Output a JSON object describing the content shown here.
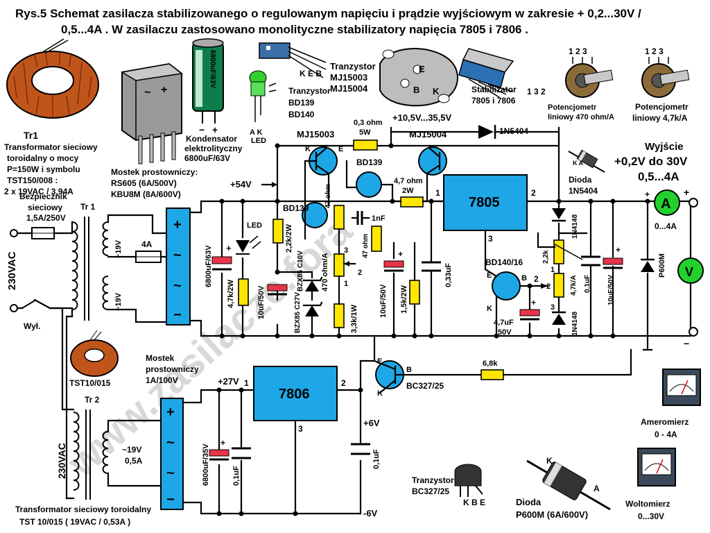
{
  "title": {
    "line1": "Rys.5  Schemat zasilacza stabilizowanego o regulowanym napięciu i prądzie wyjściowym w zakresie + 0,2...30V /",
    "line2": "0,5...4A . W zasilaczu zastosowano monolityczne stabilizatory napięcia 7805 i 7806 ."
  },
  "parts": {
    "tr1_name": "Tr1",
    "tr1_desc": [
      "Transformator sieciowy",
      "toroidalny o mocy",
      "P=150W i symbolu",
      "TST150/008 :",
      "2 x 19VAC / 3,94A"
    ],
    "bridge_desc": [
      "Mostek prostowniczy:",
      "RS605 (6A/500V)",
      "KBU8M (8A/600V)"
    ],
    "cap_body": "6800uF/63V",
    "cap_desc": [
      "Kondensator",
      "elektrolityczny",
      "6800uF/63V"
    ],
    "led_pins": "A  K",
    "led_name": "LED",
    "bd_desc": [
      "Tranzystor",
      "BD139",
      "BD140"
    ],
    "bd_pins": "K E B",
    "mj_desc": [
      "Tranzystor",
      "MJ15003",
      "MJ15004"
    ],
    "mj_pin_e": "E",
    "mj_pin_b": "B",
    "mj_pin_k": "K",
    "stab_desc": [
      "Stabilizator",
      "7805 i 7806"
    ],
    "stab_pins": "1 3 2",
    "pot1_pins": "1 2 3",
    "pot1_desc": [
      "Potencjometr",
      "liniowy 470 ohm/A"
    ],
    "pot2_pins": "1 2 3",
    "pot2_desc": [
      "Potencjometr",
      "liniowy 4,7k/A"
    ],
    "diode_desc": [
      "Dioda",
      "1N5404"
    ],
    "diode_pins": "K    A",
    "tst10_name": "TST10/015",
    "bridge2_desc": [
      "Mostek",
      "prostowniczy",
      "1A/100V"
    ],
    "bc_desc": [
      "Tranzystor",
      "BC327/25"
    ],
    "bc_pins": "K B E",
    "p600_desc": [
      "Dioda",
      "P600M (6A/600V)"
    ],
    "p600_pins": [
      "K",
      "A"
    ],
    "ammeter_desc": [
      "Ameromierz",
      "0 - 4A"
    ],
    "voltmeter_desc": [
      "Woltomierz",
      "0...30V"
    ],
    "tr2_desc": [
      "Transformator sieciowy toroidalny",
      "TST 10/015 ( 19VAC / 0,53A )"
    ]
  },
  "schematic": {
    "fuse_label": [
      "Bezpiecznik",
      "sieciowy",
      "1,5A/250V"
    ],
    "mains": "230VAC",
    "switch": "Wył.",
    "tr1_ref": "Tr 1",
    "tr2_ref": "Tr 2",
    "tr1_sec_a": "~19V",
    "tr1_sec_b": "~19V",
    "fuse2": "4A",
    "bridge_plus": "+",
    "bridge_minus": "−",
    "bridge_ac": "~",
    "c_main": "6800uF/63V",
    "rail54": "+54V",
    "r_47k": "4,7k/2W",
    "r_22k": "2,2k/2W",
    "led": "LED",
    "c_10u": "10uF/50V",
    "z10": "BZX85 C10V",
    "z27": "BZX85 C27V",
    "q_mj15003": "MJ15003",
    "q_mj15004": "MJ15004",
    "q_bd139a": "BD139",
    "q_bd139b": "BD139",
    "r_03": "0,3 ohm",
    "r_03w": "5W",
    "rail_mid": "+10,5V...35,5V",
    "r_47a": "47 ohm",
    "r_47b": "47 ohm",
    "c_1n": "1nF",
    "pot470": "470 ohm/A",
    "pot_pins": [
      "3",
      "2",
      "1"
    ],
    "r_33k": "3,3k/1W",
    "r_47ohm2w": "4,7 ohm",
    "r_47ohm2w_p": "2W",
    "c_10u2": "10uF/50V",
    "r_15k": "1,5k/2W",
    "c_033": "0,33uF",
    "reg7805": "7805",
    "reg7805_pins": [
      "1",
      "2",
      "3"
    ],
    "d1n5404": "1N5404",
    "bd140": "BD140/16",
    "bd140_pins": [
      "E",
      "B",
      "K"
    ],
    "c_47u": "4,7uF",
    "c_47u_v": "50V",
    "d1n4148a": "1N4148",
    "d1n4148b": "1N4148",
    "r_22k2": "2,2k",
    "pot47k": "4,7k/A",
    "pot47k_pins": [
      "1",
      "2",
      "3"
    ],
    "c_01a": "0,1uF",
    "c_10u3": "10uF/50V",
    "p600m": "P600M",
    "out_title": "Wyjście",
    "out_v": "+0,2V do 30V",
    "out_a": "0,5...4A",
    "ammeter": "A",
    "ammeter_range": "0...4A",
    "voltmeter": "V",
    "plus": "+",
    "minus": "−",
    "rail27": "+27V",
    "reg7806": "7806",
    "reg7806_pins": [
      "1",
      "2",
      "3"
    ],
    "bc327": "BC327/25",
    "bc_pins": [
      "E",
      "B",
      "K"
    ],
    "r_68k": "6,8k",
    "rail6p": "+6V",
    "rail6m": "-6V",
    "tr2_sec": "~19V",
    "tr2_cur": "0,5A",
    "mains2": "230VAC",
    "c_6800_35": "6800uF/35V",
    "c_01b": "0,1uF",
    "c_01c": "0,1uF"
  },
  "colors": {
    "resistor": "#ffe600",
    "ecap": "#e8344a",
    "ic": "#1ea7e6",
    "meter": "#22d12d"
  },
  "watermark": "www.zasilacze.fora"
}
